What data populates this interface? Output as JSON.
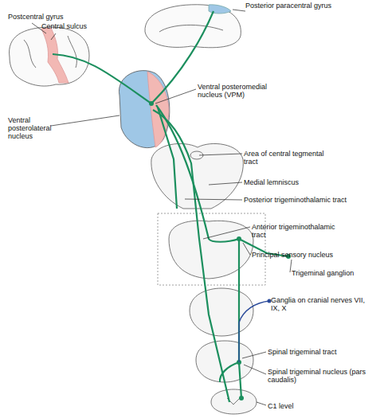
{
  "diagram": {
    "labels": [
      "Posterior paracentral gyrus",
      "Postcentral gyrus",
      "Central sulcus",
      "Ventral posteromedial nucleus (VPM)",
      "Ventral posterolateral nucleus",
      "Area of central tegmental tract",
      "Medial lemniscus",
      "Posterior trigeminothalamic tract",
      "Anterior trigeminothalamic tract",
      "Principal sensory nucleus",
      "Trigeminal ganglion",
      "Ganglia on cranial nerves VII, IX, X",
      "Spinal trigeminal tract",
      "Spinal trigeminal nucleus (pars caudalis)",
      "C1 level"
    ]
  }
}
